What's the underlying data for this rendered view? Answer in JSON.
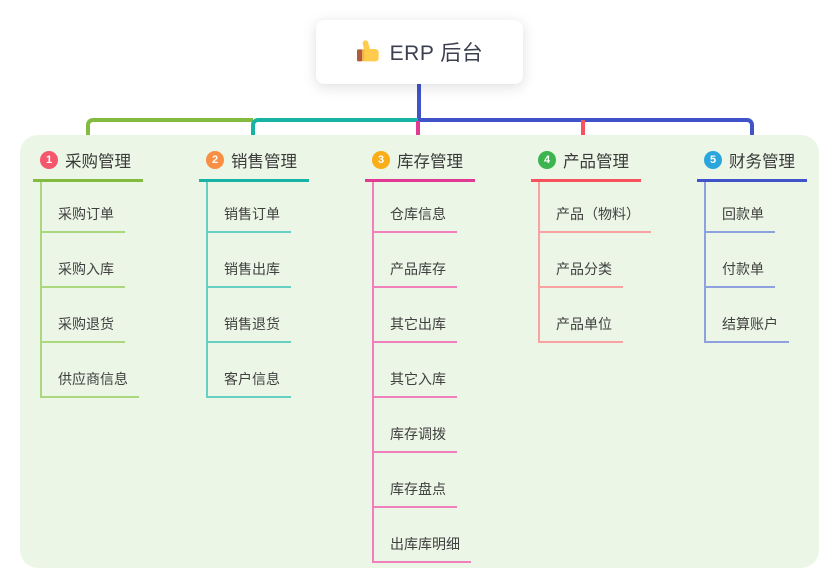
{
  "root": {
    "label": "ERP 后台",
    "icon": "thumbs-up-icon"
  },
  "branches": [
    {
      "index": "1",
      "label": "采购管理",
      "badge_color": "#f4566e",
      "line_color": "#82bb3f",
      "child_line_color": "#abd77f",
      "children": [
        "采购订单",
        "采购入库",
        "采购退货",
        "供应商信息"
      ]
    },
    {
      "index": "2",
      "label": "销售管理",
      "badge_color": "#f98e45",
      "line_color": "#17b3a4",
      "child_line_color": "#67cfc3",
      "children": [
        "销售订单",
        "销售出库",
        "销售退货",
        "客户信息"
      ]
    },
    {
      "index": "3",
      "label": "库存管理",
      "badge_color": "#fbad17",
      "line_color": "#e03a92",
      "child_line_color": "#f07fbc",
      "children": [
        "仓库信息",
        "产品库存",
        "其它出库",
        "其它入库",
        "库存调拨",
        "库存盘点",
        "出库库明细"
      ]
    },
    {
      "index": "4",
      "label": "产品管理",
      "badge_color": "#3cb54e",
      "line_color": "#f8525f",
      "child_line_color": "#f9a2a2",
      "children": [
        "产品（物料）",
        "产品分类",
        "产品单位"
      ]
    },
    {
      "index": "5",
      "label": "财务管理",
      "badge_color": "#2ba6dd",
      "line_color": "#4053c8",
      "child_line_color": "#8ea0de",
      "children": [
        "回款单",
        "付款单",
        "结算账户"
      ]
    }
  ],
  "colors": {
    "canvas_bg": "#ffffff",
    "container_bg": "#ecf6e6",
    "root_connector": "#4053c8",
    "center_drop": "#e03a92",
    "product_drop": "#f8525f"
  }
}
